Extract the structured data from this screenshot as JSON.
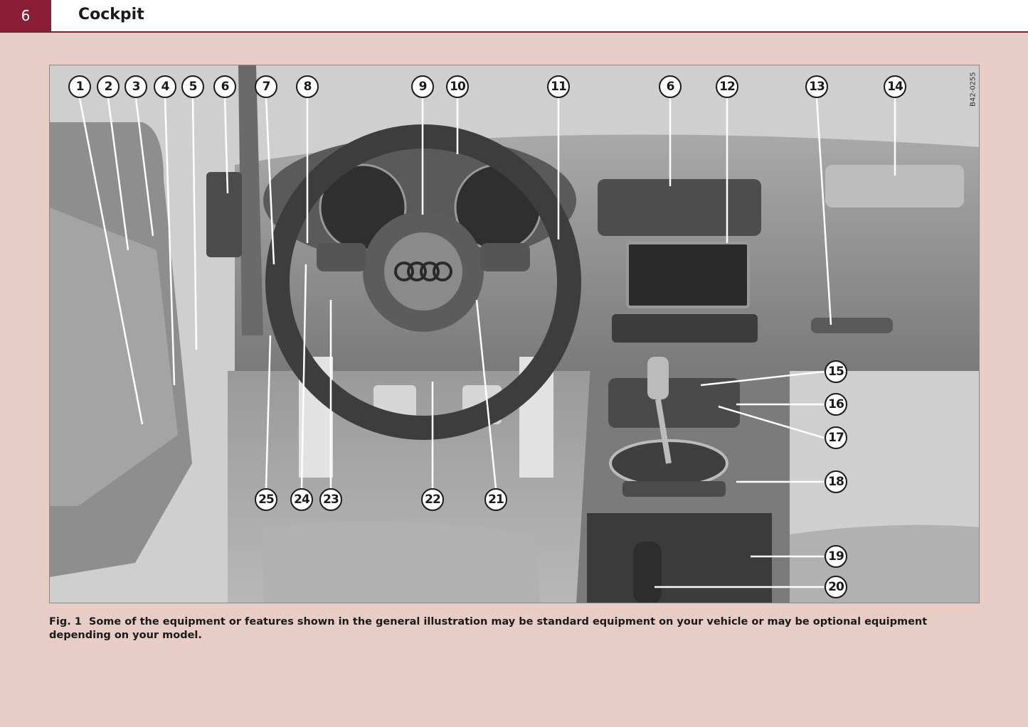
{
  "header": {
    "page_number": "6",
    "section_title": "Cockpit"
  },
  "figure": {
    "reference_code": "B42-0255",
    "callouts": [
      "1",
      "2",
      "3",
      "4",
      "5",
      "6",
      "7",
      "8",
      "9",
      "10",
      "11",
      "6",
      "12",
      "13",
      "14",
      "15",
      "16",
      "17",
      "18",
      "19",
      "20",
      "21",
      "22",
      "23",
      "24",
      "25"
    ]
  },
  "caption": {
    "label": "Fig. 1",
    "text": "Some of the equipment or features shown in the general illustration may be standard equipment on your vehicle or may be optional equipment depending on your model."
  },
  "colors": {
    "accent": "#8a1e36",
    "page_background": "#e8ccc6",
    "header_background": "#ffffff"
  }
}
